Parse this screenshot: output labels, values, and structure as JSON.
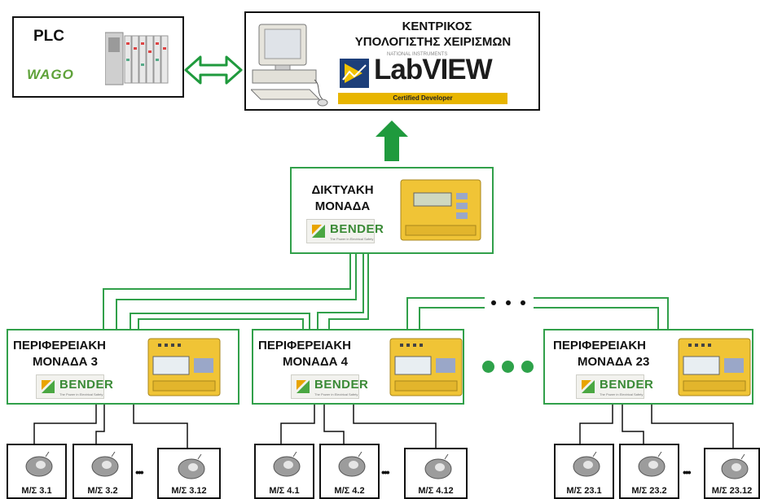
{
  "plc": {
    "title": "PLC",
    "brand": "WAGO"
  },
  "central": {
    "title_line1": "ΚΕΝΤΡΙΚΟΣ",
    "title_line2": "ΥΠΟΛΟΓΙΣΤΗΣ ΧΕΙΡΙΣΜΩΝ",
    "labview": {
      "vendor": "NATIONAL INSTRUMENTS",
      "name": "LabVIEW",
      "badge": "Certified Developer"
    }
  },
  "network_unit": {
    "title_line1": "ΔΙΚΤΥΑΚΗ",
    "title_line2": "ΜΟΝΑΔΑ",
    "brand": "BENDER",
    "tagline": "The Power in Electrical Safety"
  },
  "peripherals": [
    {
      "title_line1": "ΠΕΡΙΦΕΡΕΙΑΚΗ",
      "title_line2": "ΜΟΝΑΔΑ 3",
      "brand": "BENDER",
      "tagline": "The Power in Electrical Safety",
      "transformers": [
        "Μ/Σ 3.1",
        "Μ/Σ 3.2",
        "Μ/Σ 3.12"
      ]
    },
    {
      "title_line1": "ΠΕΡΙΦΕΡΕΙΑΚΗ",
      "title_line2": "ΜΟΝΑΔΑ 4",
      "brand": "BENDER",
      "tagline": "The Power in Electrical Safety",
      "transformers": [
        "Μ/Σ 4.1",
        "Μ/Σ 4.2",
        "Μ/Σ 4.12"
      ]
    },
    {
      "title_line1": "ΠΕΡΙΦΕΡΕΙΑΚΗ",
      "title_line2": "ΜΟΝΑΔΑ 23",
      "brand": "BENDER",
      "tagline": "The Power in Electrical Safety",
      "transformers": [
        "Μ/Σ 23.1",
        "Μ/Σ 23.2",
        "Μ/Σ 23.12"
      ]
    }
  ],
  "ellipsis": "•••",
  "colors": {
    "accent_green": "#31a04a",
    "arrow_green": "#1f9a3d",
    "border": "#111111"
  }
}
